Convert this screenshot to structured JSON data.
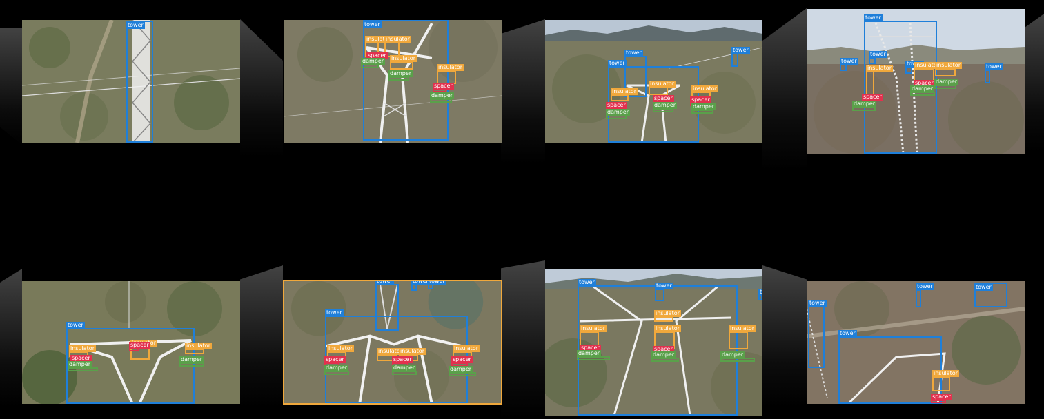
{
  "labels": {
    "tower": "tower",
    "insulator": "insulator",
    "damper": "damper",
    "spacer": "spacer"
  },
  "colors": {
    "tower": "#1f7fd9",
    "insulator": "#f0a83c",
    "damper": "#5aa04a",
    "spacer": "#e2314e",
    "selected_frame": "#f0a83c"
  },
  "panels": [
    {
      "id": "top-1"
    },
    {
      "id": "top-2"
    },
    {
      "id": "top-3"
    },
    {
      "id": "top-4"
    },
    {
      "id": "bottom-1"
    },
    {
      "id": "bottom-2",
      "selected": true
    },
    {
      "id": "bottom-3"
    },
    {
      "id": "bottom-4"
    }
  ]
}
